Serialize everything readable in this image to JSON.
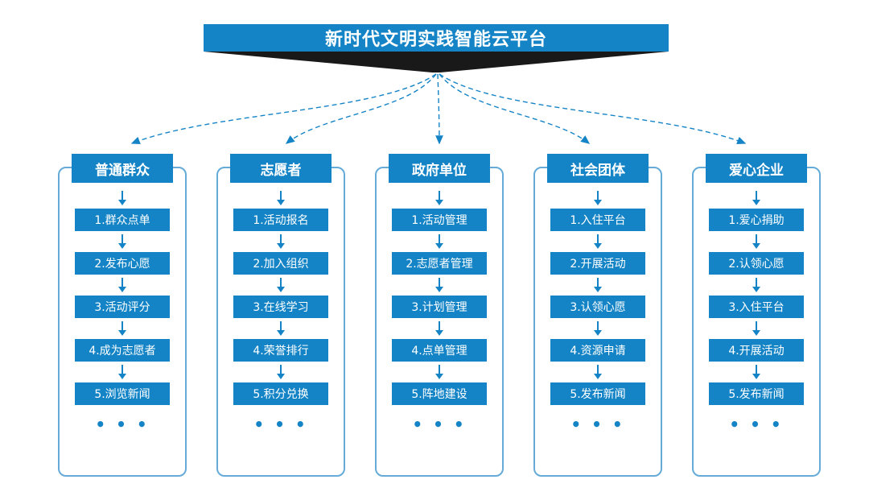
{
  "title": "新时代文明实践智能云平台",
  "colors": {
    "primary": "#1584c6",
    "column_border": "#66abd8",
    "funnel": "#191919"
  },
  "columns": [
    {
      "header": "普通群众",
      "items": [
        "1.群众点单",
        "2.发布心愿",
        "3.活动评分",
        "4.成为志愿者",
        "5.浏览新闻"
      ],
      "more": "• • •"
    },
    {
      "header": "志愿者",
      "items": [
        "1.活动报名",
        "2.加入组织",
        "3.在线学习",
        "4.荣誉排行",
        "5.积分兑换"
      ],
      "more": "• • •"
    },
    {
      "header": "政府单位",
      "items": [
        "1.活动管理",
        "2.志愿者管理",
        "3.计划管理",
        "4.点单管理",
        "5.阵地建设"
      ],
      "more": "• • •"
    },
    {
      "header": "社会团体",
      "items": [
        "1.入住平台",
        "2.开展活动",
        "3.认领心愿",
        "4.资源申请",
        "5.发布新闻"
      ],
      "more": "• • •"
    },
    {
      "header": "爱心企业",
      "items": [
        "1.爱心捐助",
        "2.认领心愿",
        "3.入住平台",
        "4.开展活动",
        "5.发布新闻"
      ],
      "more": "• • •"
    }
  ]
}
